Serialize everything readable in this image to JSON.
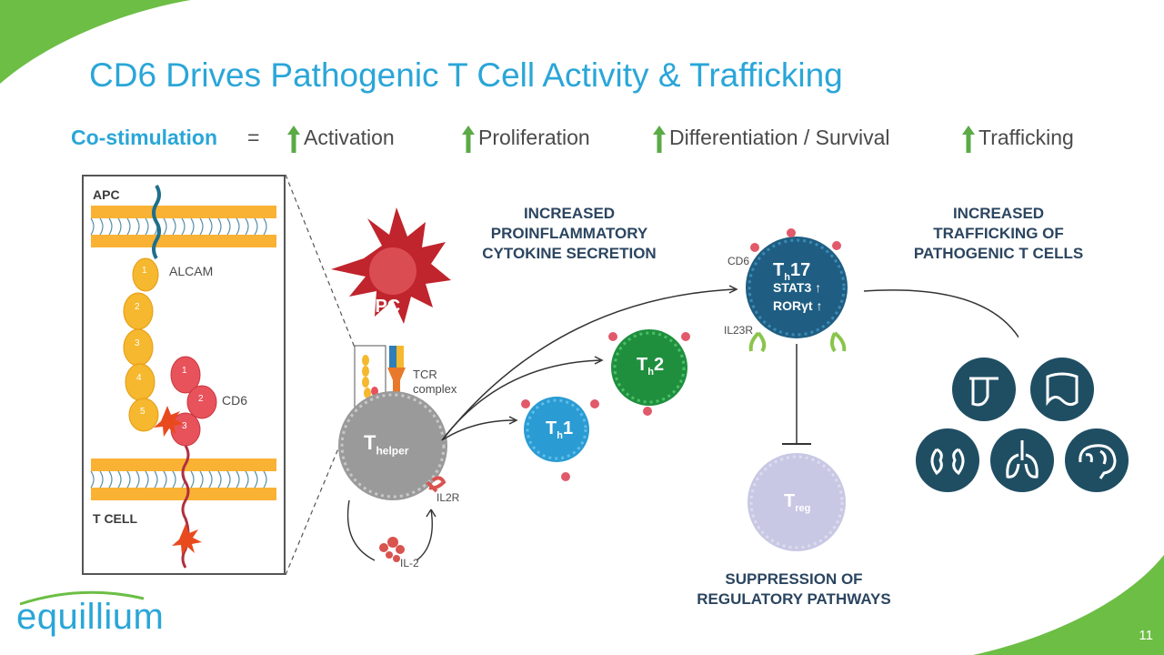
{
  "title": "CD6 Drives Pathogenic T Cell Activity & Trafficking",
  "costim": {
    "label": "Co-stimulation",
    "equals": "=",
    "items": [
      "Activation",
      "Proliferation",
      "Differentiation / Survival",
      "Trafficking"
    ]
  },
  "panel": {
    "apc_label": "APC",
    "alcam_label": "ALCAM",
    "cd6_label": "CD6",
    "tcell_label": "T CELL",
    "alcam_domains": [
      "1",
      "2",
      "3",
      "4",
      "5"
    ],
    "cd6_domains": [
      "1",
      "2",
      "3"
    ]
  },
  "cells": {
    "apc": "APC",
    "tcr_complex": [
      "TCR",
      "complex"
    ],
    "thelper_main": "T",
    "thelper_sub": "helper",
    "il2r": "IL2R",
    "il2": "IL-2",
    "th1_main": "T",
    "th1_sub": "h",
    "th1_num": "1",
    "th2_main": "T",
    "th2_sub": "h",
    "th2_num": "2",
    "th17_main": "T",
    "th17_sub": "h",
    "th17_num": "17",
    "th17_stat3": "STAT3",
    "th17_ror": "RORγt",
    "th17_cd6": "CD6",
    "th17_il23r": "IL23R",
    "treg_main": "T",
    "treg_sub": "reg"
  },
  "headings": {
    "cytokine": [
      "INCREASED",
      "PROINFLAMMATORY",
      "CYTOKINE SECRETION"
    ],
    "trafficking": [
      "INCREASED",
      "TRAFFICKING OF",
      "PATHOGENIC T CELLS"
    ],
    "suppression": [
      "SUPPRESSION OF",
      "REGULATORY PATHWAYS"
    ]
  },
  "organ_icons": [
    "skin-icon",
    "intestine-icon",
    "kidney-icon",
    "lungs-icon",
    "brain-icon"
  ],
  "logo": "equillium",
  "page_number": "11",
  "colors": {
    "title": "#2aa6d8",
    "arrow_green": "#5aaa46",
    "corner_green": "#6cbe45",
    "heading_navy": "#2b4560",
    "icon_teal": "#1f4e63"
  }
}
